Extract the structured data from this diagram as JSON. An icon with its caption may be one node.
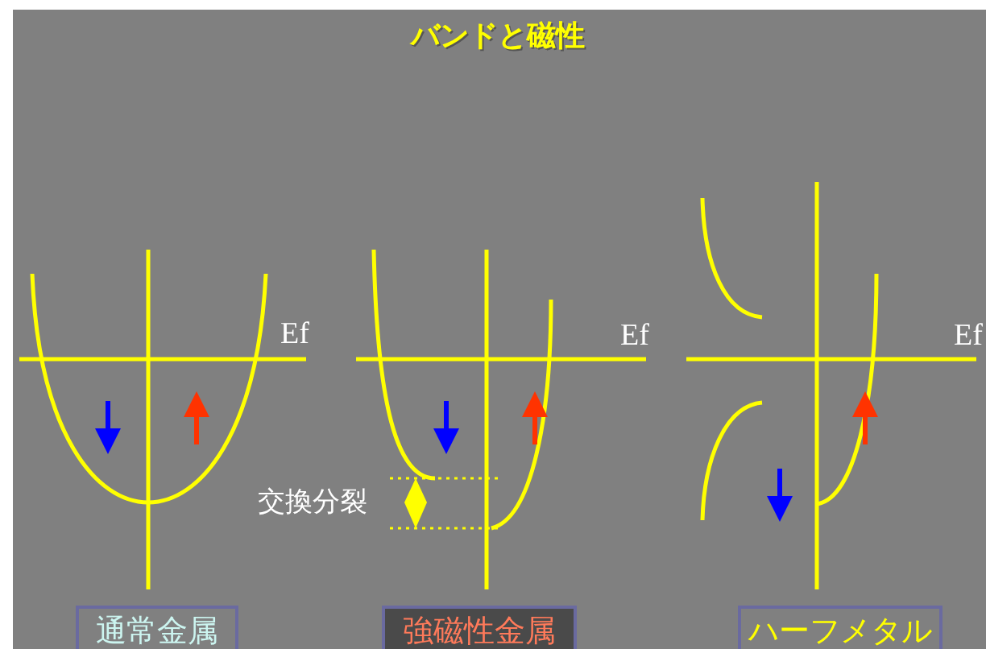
{
  "diagram": {
    "title": "バンドと磁性",
    "nodes": [
      {
        "text": [
          "通常金属"
        ]
      },
      {
        "text": [
          "強磁性金属"
        ]
      },
      {
        "text": [
          "ハーフメタル"
        ]
      }
    ],
    "labels": [
      "Ef",
      "Ef",
      "Ef",
      "交換分裂"
    ]
  }
}
